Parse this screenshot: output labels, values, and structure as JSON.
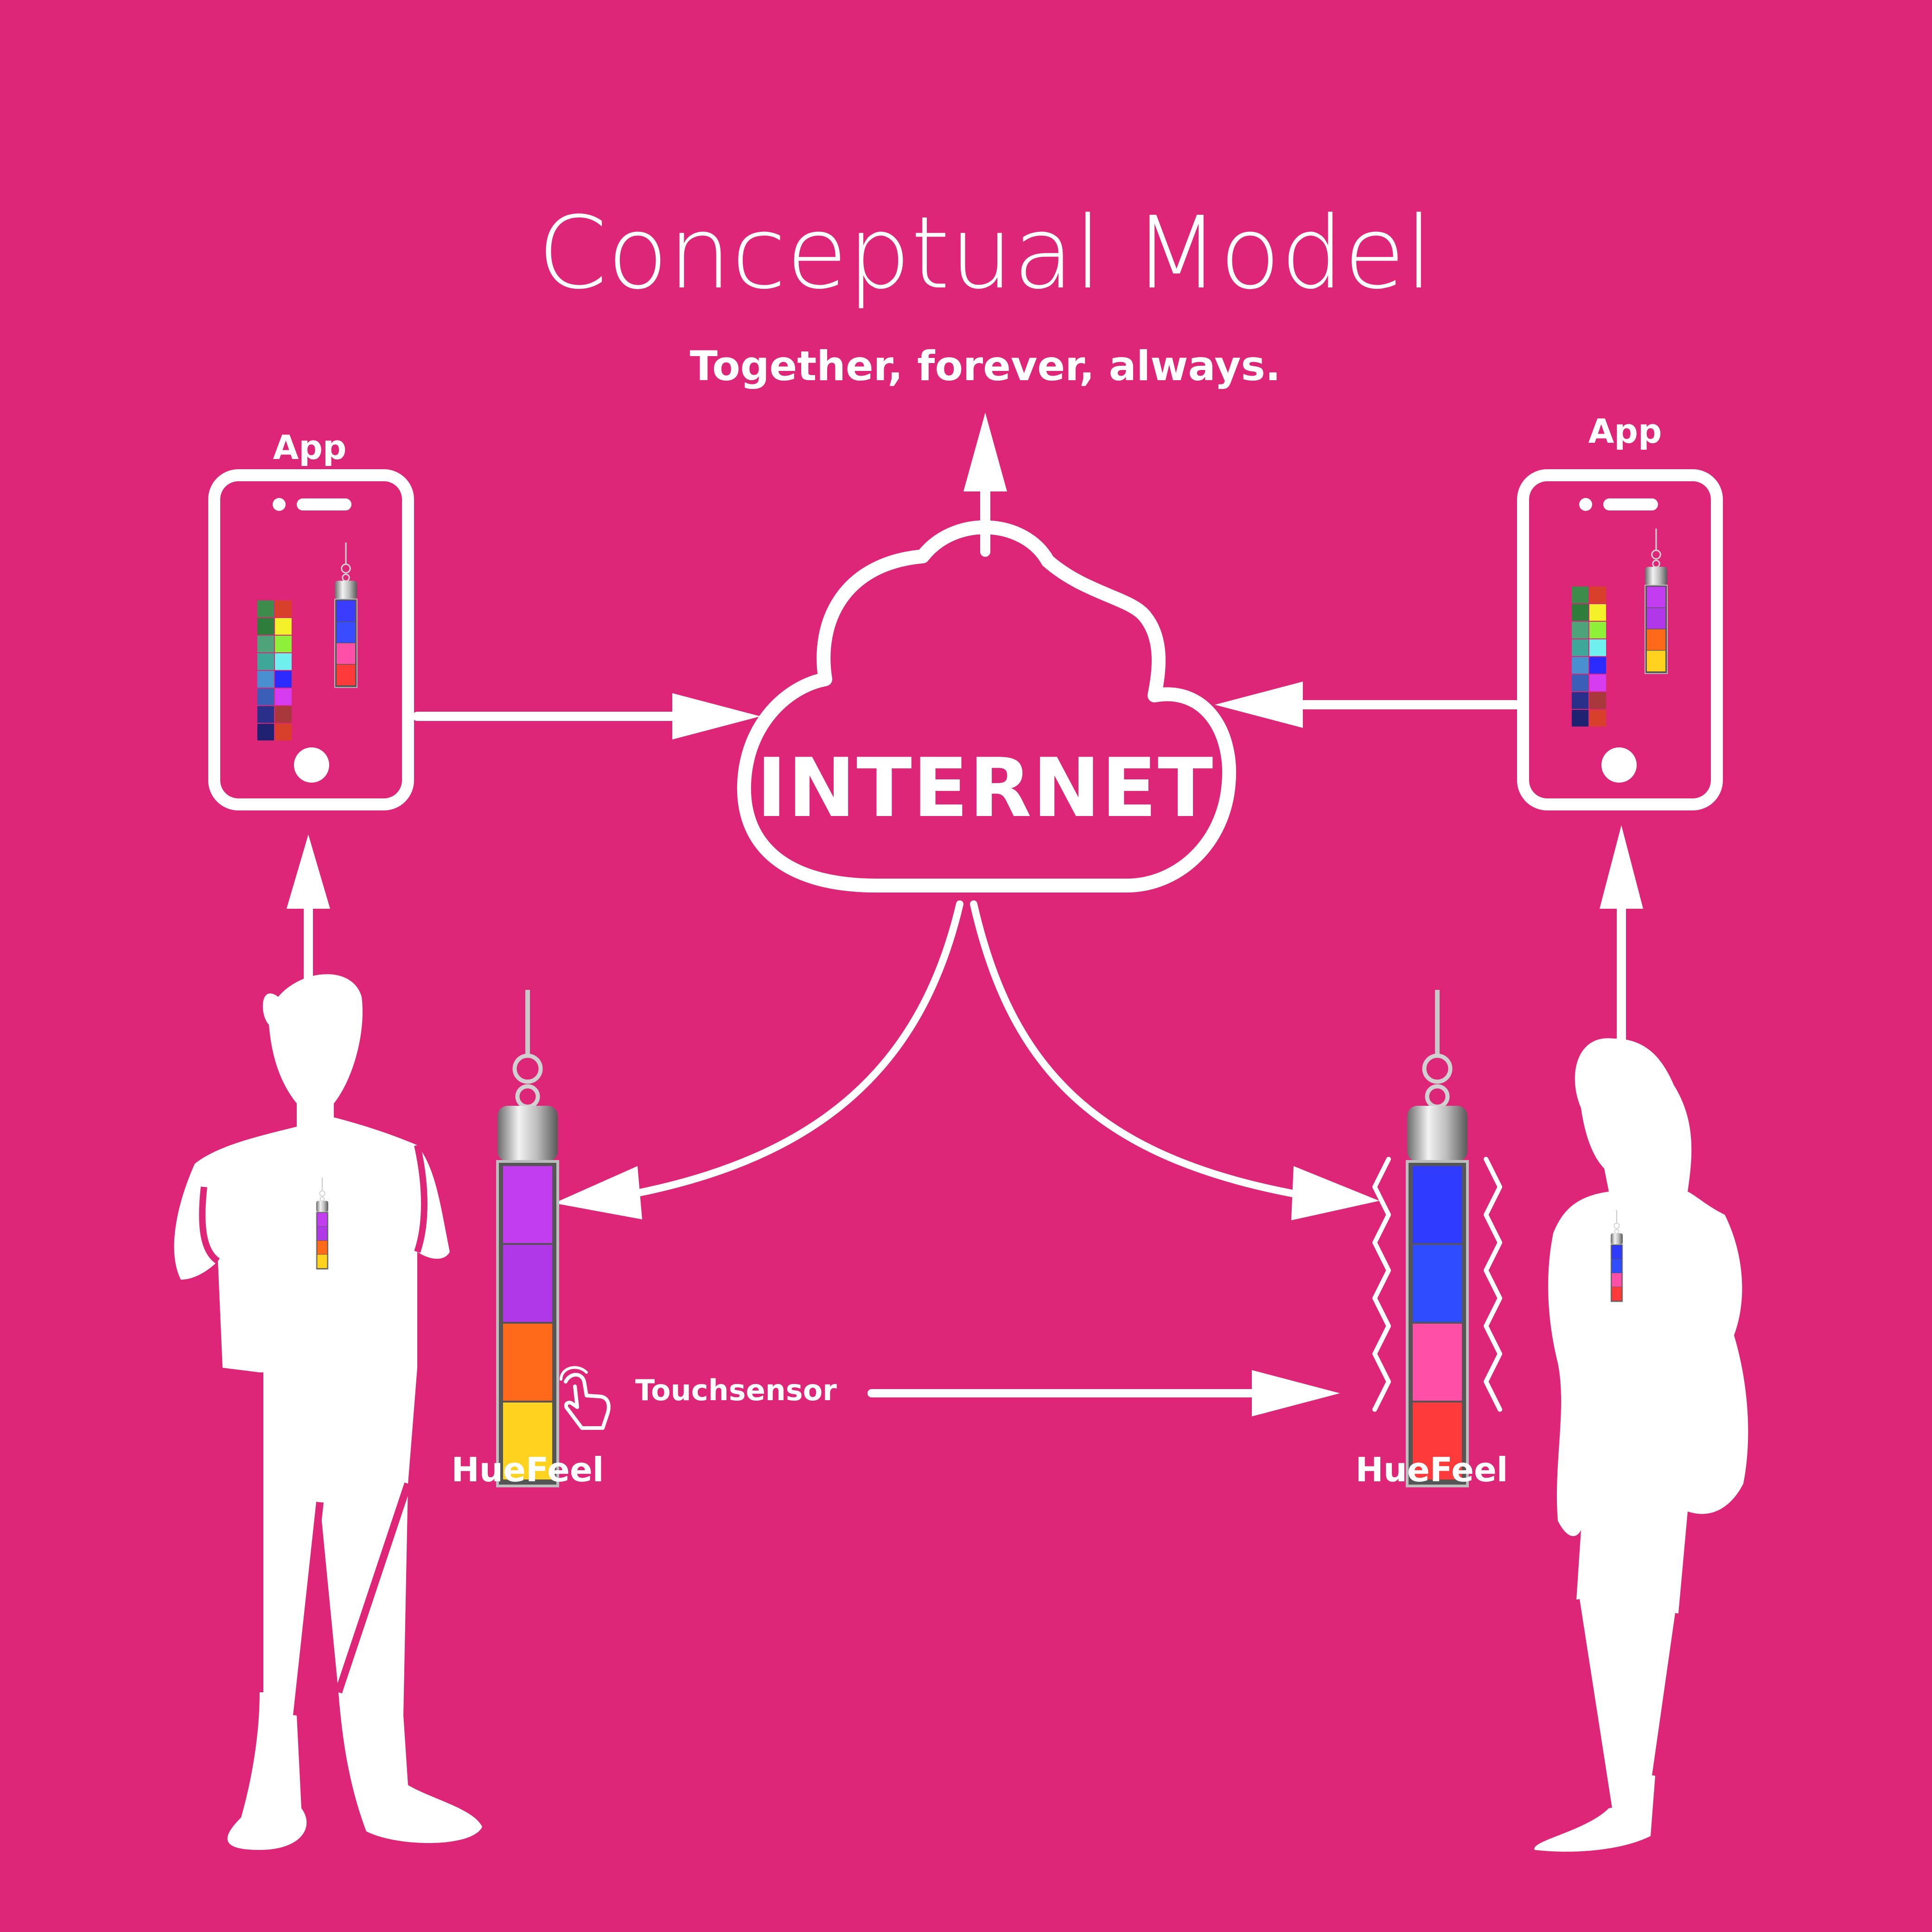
{
  "title": "Conceptual Model",
  "subtitle": "Together, forever, always.",
  "cloud_label": "INTERNET",
  "left_app_label": "App",
  "right_app_label": "App",
  "left_device_label": "HueFeel",
  "right_device_label": "HueFeel",
  "touch_label": "Touchsensor",
  "colors": {
    "background": "#dd2677",
    "foreground": "#ffffff",
    "palette_green_dark": "#3e8c4c",
    "palette_red": "#d8402b",
    "palette_blue": "#2f3cff",
    "palette_magenta": "#d23cf0",
    "palette_orange": "#ff6a1a",
    "palette_yellow": "#ffd21f"
  },
  "palette": [
    [
      "#3e8c4c",
      "#d8402b"
    ],
    [
      "#2f7d3a",
      "#f4f02a"
    ],
    [
      "#4ea37a",
      "#8ff03a"
    ],
    [
      "#3fa69a",
      "#6ff0ee"
    ],
    [
      "#4a8fd0",
      "#2b2bff"
    ],
    [
      "#3b5fb8",
      "#d63cf0"
    ],
    [
      "#2a2f8a",
      "#a8383c"
    ],
    [
      "#1f2270",
      "#d8402b"
    ]
  ],
  "left_pendant_cells": [
    "#c23cf0",
    "#b038e8",
    "#ff6a1a",
    "#ffd21f"
  ],
  "right_pendant_cells": [
    "#2f3cff",
    "#2f4cff",
    "#ff4fa6",
    "#ff3a3a"
  ],
  "left_phone_pendant_cells": [
    "#3a3cff",
    "#3a4cff",
    "#ff4fa6",
    "#ff3a3a"
  ],
  "right_phone_pendant_cells": [
    "#c23cf0",
    "#b038e8",
    "#ff6a1a",
    "#ffd21f"
  ],
  "icons": [
    "smartphone-icon",
    "cloud-icon",
    "pendant-icon",
    "touch-hand-icon",
    "vibration-icon",
    "person-male-silhouette",
    "person-female-silhouette",
    "arrow-icon"
  ]
}
